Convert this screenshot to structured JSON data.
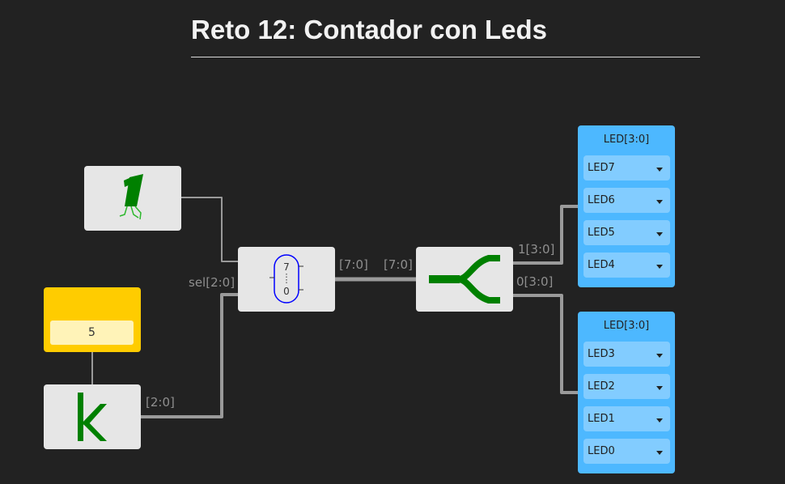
{
  "title": "Reto 12: Contador con Leds",
  "constant": {
    "value": "5"
  },
  "wire_labels": {
    "counter_out": "[2:0]",
    "mux_sel": "sel[2:0]",
    "mux_out": "[7:0]",
    "split_in": "[7:0]",
    "split_high": "1[3:0]",
    "split_low": "0[3:0]"
  },
  "mux": {
    "top": "7",
    "bottom": "0"
  },
  "led_panels": [
    {
      "title": "LED[3:0]",
      "selects": [
        "LED7",
        "LED6",
        "LED5",
        "LED4"
      ]
    },
    {
      "title": "LED[3:0]",
      "selects": [
        "LED3",
        "LED2",
        "LED1",
        "LED0"
      ]
    }
  ],
  "colors": {
    "background": "#222222",
    "icon_green": "#008000",
    "led_panel": "#4db8ff",
    "constant_block": "#ffcc00",
    "mux_blue": "#0000ff"
  },
  "icons": [
    "one-pulse-icon",
    "k-constant-icon",
    "mux-icon",
    "splitter-icon",
    "dropdown-caret-icon"
  ]
}
